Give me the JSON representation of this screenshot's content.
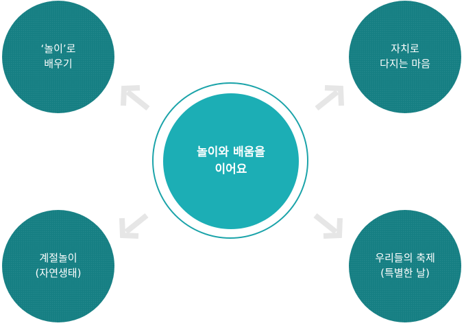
{
  "center": {
    "label": "놀이와 배움을\n이어요"
  },
  "nodes": {
    "top_left": {
      "label": "‘놀이’로\n배우기"
    },
    "top_right": {
      "label": "자치로\n다지는 마음"
    },
    "bottom_left": {
      "label": "계절놀이\n(자연생태)"
    },
    "bottom_right": {
      "label": "우리들의 축제\n(특별한 날)"
    }
  },
  "colors": {
    "outer_node": "#167f83",
    "center_node": "#1caeb5",
    "center_ring": "#1aa3a9",
    "arrow": "#e6e6e6"
  }
}
